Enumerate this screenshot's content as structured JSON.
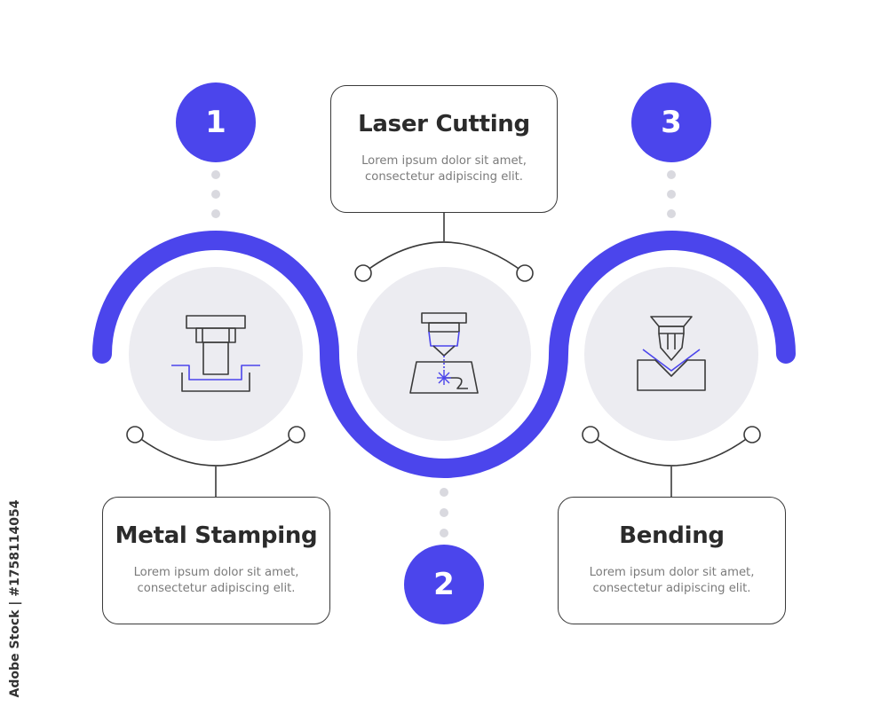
{
  "steps": [
    {
      "number": "1",
      "title": "Metal Stamping",
      "description": [
        "Lorem ipsum dolor sit amet,",
        "consectetur adipiscing elit."
      ],
      "icon": "metal-stamping-press-icon"
    },
    {
      "number": "2",
      "title": "Laser Cutting",
      "description": [
        "Lorem ipsum dolor sit amet,",
        "consectetur adipiscing elit."
      ],
      "icon": "laser-cutter-icon"
    },
    {
      "number": "3",
      "title": "Bending",
      "description": [
        "Lorem ipsum dolor sit amet,",
        "consectetur adipiscing elit."
      ],
      "icon": "press-brake-bending-icon"
    }
  ],
  "side_text": "Adobe Stock | #1758114054",
  "colors": {
    "accent": "#4b45ec",
    "circle_bg": "#ececf1",
    "line": "#3a3a3a",
    "dots": "#d9d9df"
  }
}
